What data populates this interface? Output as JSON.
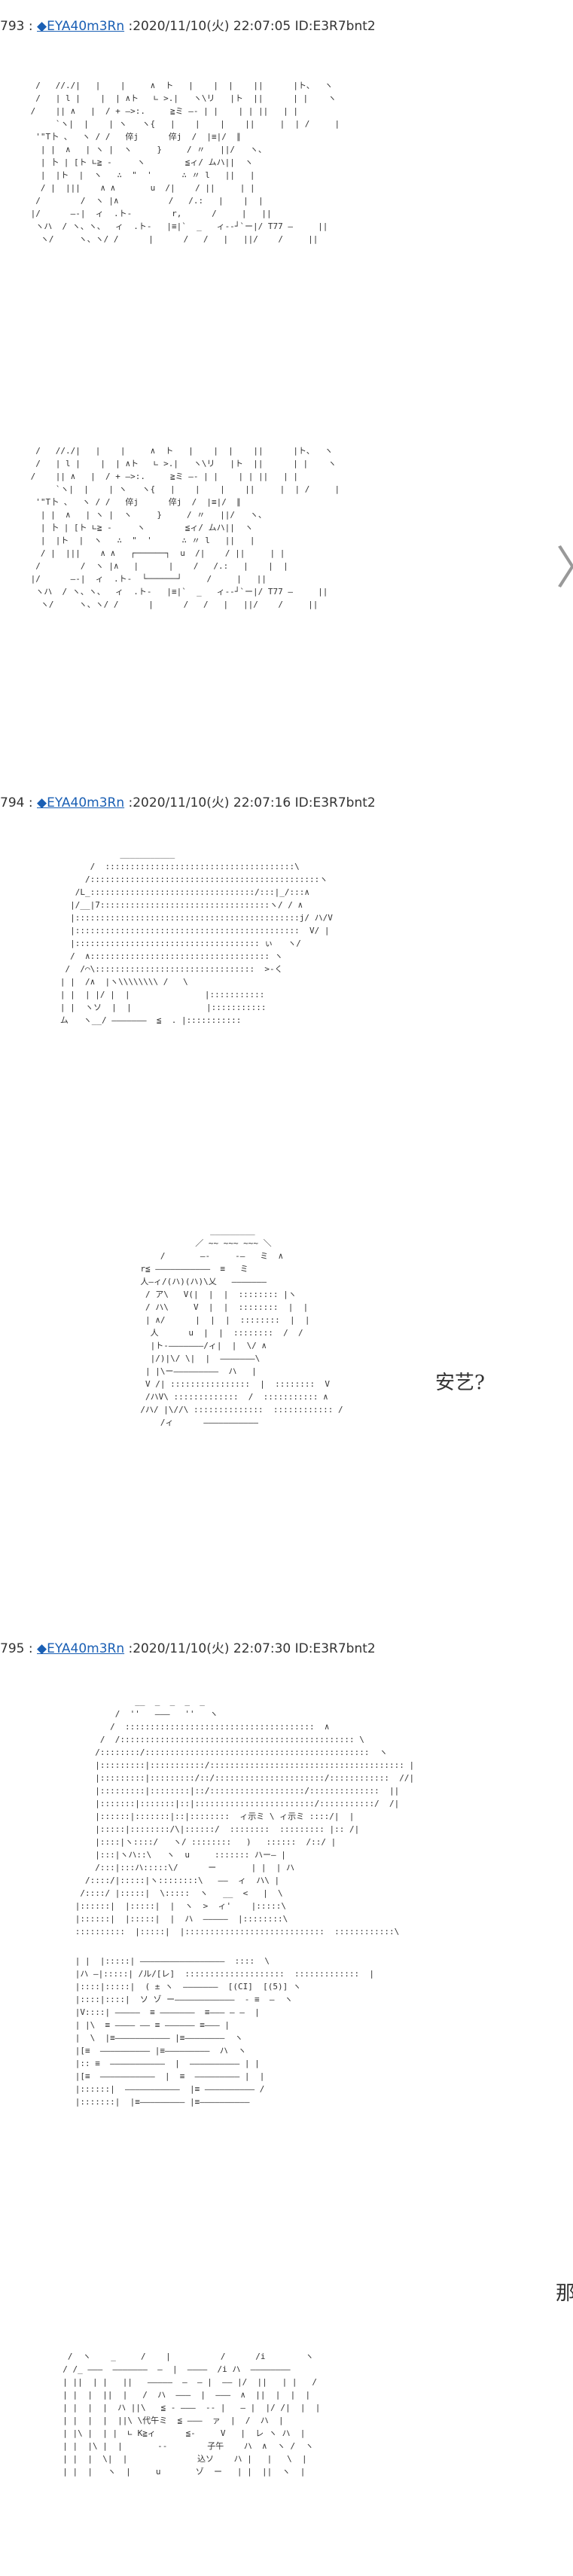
{
  "posts": [
    {
      "num": "793",
      "name": "◆EYA40m3Rn",
      "meta": ":2020/11/10(火) 22:07:05 ID:E3R7bnt2",
      "art_top": "  /   //./|   |    |     ∧  ト   |    |  |    ||      |ト、  ヽ\n  /   | l |    |  | ∧ト   ∟ >.|   ヽ\\リ   |ト  ||      | |    ヽ\n /    || ∧   |  / + ―>:.     ≧ミ ―‐ | |    | | ||   | |\n      `ヽ|  |    | ヽ   ヽ{   |    |    |    ||     |  | /     |\n  '\"T卜 、  ヽ / /   倅j      倅j  /  |≡|/  ∥\n   | |  ∧   | ヽ |  ヽ     }     / 〃   ||/   ヽ、\n   | 卜 | [ト ∟≧ -     ヽ        ≦ィ/ ムハ||  ヽ\n   |  |ト  |  ヽ   ∴  \"  '      ∴ 〃 l   ||   |\n   / |  |||    ∧ ∧       u  /|    / ||     | |\n  /        /  ヽ |∧          /   /.:   |    |  |\n |/      ―-|  ィ  .ト-        r,      /     |   ||\n  ヽハ  / ヽ、ヽ、  ィ  .ト-   |≡|`  _   ィ-‐┘`ー|/ T77 ―     ||\n   ヽ/     ヽ、ヽ/ /      |      /   /   |   ||/    /     ||",
      "art_bottom": "  /   //./|   |    |     ∧  ト   |    |  |    ||      |ト、  ヽ\n  /   | l |    |  | ∧ト   ∟ >.|   ヽ\\リ   |ト  ||      | |    ヽ\n /    || ∧   |  / + ―>:.     ≧ミ ―‐ | |    | | ||   | |\n      `ヽ|  |    | ヽ   ヽ{   |    |    |    ||     |  | /     |\n  '\"T卜 、  ヽ / /   倅j      倅j  /  |≡|/  ∥\n   | |  ∧   | ヽ |  ヽ     }     / 〃   ||/   ヽ、\n   | 卜 | [ト ∟≧ -     ヽ        ≦ィ/ ムハ||  ヽ\n   |  |ト  |  ヽ   ∴  \"  '      ∴ 〃 l   ||   |\n   / |  |||    ∧ ∧   ┌──────┐  u  /|    / ||     | |\n  /        /  ヽ |∧   |      |    /   /.:   |    |  |\n |/      ―-|  ィ  .ト-  └──────┘     /     |   ||\n  ヽハ  / ヽ、ヽ、  ィ  .ト-   |≡|`  _   ィ-‐┘`ー|/ T77 ―     ||\n   ヽ/     ヽ、ヽ/ /      |      /   /   |   ||/    /     ||",
      "side_bracket": "〉"
    },
    {
      "num": "794",
      "name": "◆EYA40m3Rn",
      "meta": ":2020/11/10(火) 22:07:16 ID:E3R7bnt2",
      "art_top": "               ___________\n         /  ::::::::::::::::::::::::::::::::::::::\\\n        /::::::::::::::::::::::::::::::::::::::::::::::ヽ\n      /L_:::::::::::::::::::::::::::::::::/:::|_/:::∧\n     |/__|7::::::::::::::::::::::::::::::::::ヽ/ / ∧\n     |:::::::::::::::::::::::::::::::::::::::::::::j/ ハ/V\n     |:::::::::::::::::::::::::::::::::::::::::::::  V/ |\n     |::::::::::::::::::::::::::::::::::::: ぃ   ヽ/\n     /  ∧:::::::::::::::::::::::::::::::::::: ヽ \n    /  /⌒\\::::::::::::::::::::::::::::::::  >-く\n   | |  /∧  |ヽ\\\\\\\\\\\\\\\\ /   \\\n   | |  | |/ |  |               |:::::::::::\n   | |  ヽソ  |  |               |:::::::::::\n   ム   ヽ__/ ―――――――  ≦  . |:::::::::::",
      "art_bottom": "                     _________\n                  ／ ~~ ~~~ ~~~ ＼\n           /       ―‐     ‐―   ミ  ∧\n       r≦ ―――――――――――  ≡   ミ\n       人―ィ/(ハ)(ハ)\\乂   ―――――――\n        / ア\\   V(|  |  |  :::::::: |ヽ\n        / ハ\\     V  |  |  ::::::::  |  |\n        | ∧/      |  |  |  ::::::::  |  |\n         人      u  |  |  ::::::::  /  /\n         |ト‐―――――――/ィ|  |  \\/ ∧\n         |/)|\\/ \\|  |  ―――――――\\\n        | |\\ー―――――――――  ハ   |\n        V /| ::::::::::::::::  |  ::::::::  V\n        /ハV\\ :::::::::::::  /  ::::::::::: ∧\n       /ハ/ |\\//\\ ::::::::::::::  :::::::::::: /\n           /ィ      ―――――――――――",
      "caption": "安艺?"
    },
    {
      "num": "795",
      "name": "◆EYA40m3Rn",
      "meta": ":2020/11/10(火) 22:07:30 ID:E3R7bnt2",
      "art_top": "                  __  _  _  _  _\n              /  ''   ―――   ''   ヽ\n             /  ::::::::::::::::::::::::::::::::::::::  ∧\n           /  /::::::::::::::::::::::::::::::::::::::::::::::: \\\n          /::::::::/:::::::::::::::::::::::::::::::::::::::::::::  ヽ\n          |:::::::::|:::::::::::/::::::::::::::::::::::::::::::::::::::: |\n          |:::::::::|:::::::::/::/::::::::::::::::::::::/::::::::::::  //|\n          |:::::::::|::::::::|::/:::::::::::::::::::/::::::::::::::  ||\n          |:::::::|:::::::|::|::::::::::::::::::::::::/:::::::::::/  /|\n          |::::::|:::::::|::|::::::::  ィ示ミ \\ ィ示ミ ::::/|  |\n          |:::::|::::::::/\\|::::::/  ::::::::  ::::::::: |:: /|\n          |::::|ヽ::::/   ヽ/ ::::::::   )   ::::::  /::/ |\n          |:::|ヽハ::\\   ヽ  u     ::::::: ハー― |\n          /:::|:::ハ:::::\\/      ー       | |  | ハ\n        /::::/|:::::|ヽ::::::::\\   ――  ィ  ハ\\ |\n       /::::/ |:::::|  \\:::::  ヽ   __  <   |  \\\n      |::::::|  |:::::|  |  ヽ  >  ィ'    |:::::\\\n      |::::::|  |:::::|  |  ハ  ―――――  |::::::::\\\n      ::::::::::  |:::::|  |::::::::::::::::::::::::::::  ::::::::::::\\",
      "art_bottom": "      | |  |:::::| ―――――――――――――――――  ::::  \\\n      |ハ ―|:::::| /ル/[レ]  ::::::::::::::::::::  :::::::::::::  |\n      |::::|:::::|  ( ± ヽ  ―――――――  [(CI]  [(5)] ヽ\n      |::::|::::|  ソ ゾ ー――――――――――――  ‐ ≡  ―  ヽ\n      |V::::| ―――――  ≡ ―――――――  ≡――― ― ―  |\n      | |\\  ≡ ―――― ―― ≡ ―――――― ≡――― |\n      |  \\  |≡――――――――――― |≡――――――――  ヽ\n      |[≡  ―――――――――― |≡―――――――――  ハ  ヽ\n      |:: ≡  ―――――――――――  |  ―――――――――― | |\n      |[≡  ―――――――――――  |  ≡  ――――――――― |  |\n      |::::::|  ―――――――――――  |≡ ―――――――――― /\n      |:::::::|  |≡――――――――― |≡――――――――――",
      "edge_char": "那",
      "art_tail": "   /  ヽ    _     /    |          /      /i        ヽ\n  / /_ ―――  ―――――――  ―  |  ――――  /i ハ  ――――――――\n  | ||  | |   ||   ―――――  ―  ― |  ―― |/  ||   | |   /\n  | |  |  ||  |   /  ハ  ―――  |  ―――  ∧  ||  |  |  |\n  | |  |  |  ハ ||\\   ≦ - ―――  ‐‐ |   ― |  |/ /|  |  |\n  | |  |  |  ||\\ \\代午ミ  ≦ ―――  ァ  |  /  ハ  |\n  | |\\ |  | |  ∟ K≧ィ      ≦‐     V   |  レ ヽ ハ  |\n  | |  |\\ |  |       ‐‐        子午    ハ  ∧  ヽ /  ヽ\n  | |  |  \\|  |              込ソ    ハ |   |   \\  |\n  | |  |   ヽ  |     u       ゾ  ー   | |  ||  ヽ  |"
    }
  ]
}
